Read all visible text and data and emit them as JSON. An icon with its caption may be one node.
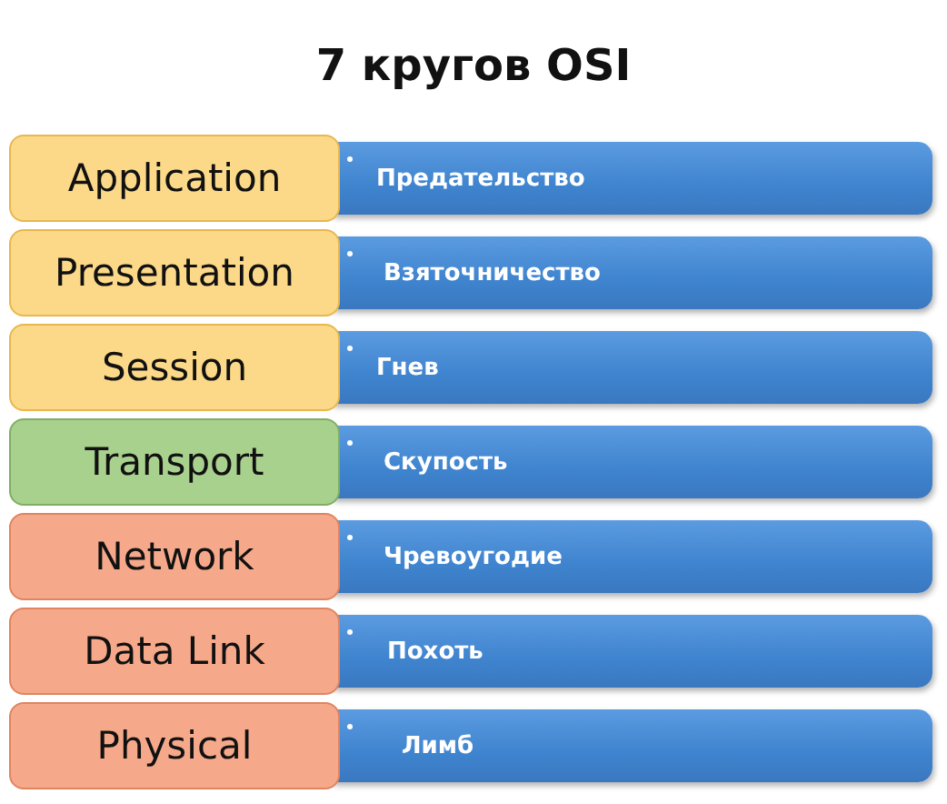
{
  "diagram": {
    "title": "7 кругов OSI",
    "nodes": [
      {
        "text": [
          "Application"
        ]
      },
      {
        "text": [
          "Предательство"
        ]
      },
      {
        "text": [
          "Presentation"
        ]
      },
      {
        "text": [
          "Взяточничество"
        ]
      },
      {
        "text": [
          "Session"
        ]
      },
      {
        "text": [
          "Гнев"
        ]
      },
      {
        "text": [
          "Transport"
        ]
      },
      {
        "text": [
          "Скупость"
        ]
      },
      {
        "text": [
          "Network"
        ]
      },
      {
        "text": [
          "Чревоугодие"
        ]
      },
      {
        "text": [
          "Data Link"
        ]
      },
      {
        "text": [
          "Похоть"
        ]
      },
      {
        "text": [
          "Physical"
        ]
      },
      {
        "text": [
          "Лимб"
        ]
      }
    ]
  }
}
